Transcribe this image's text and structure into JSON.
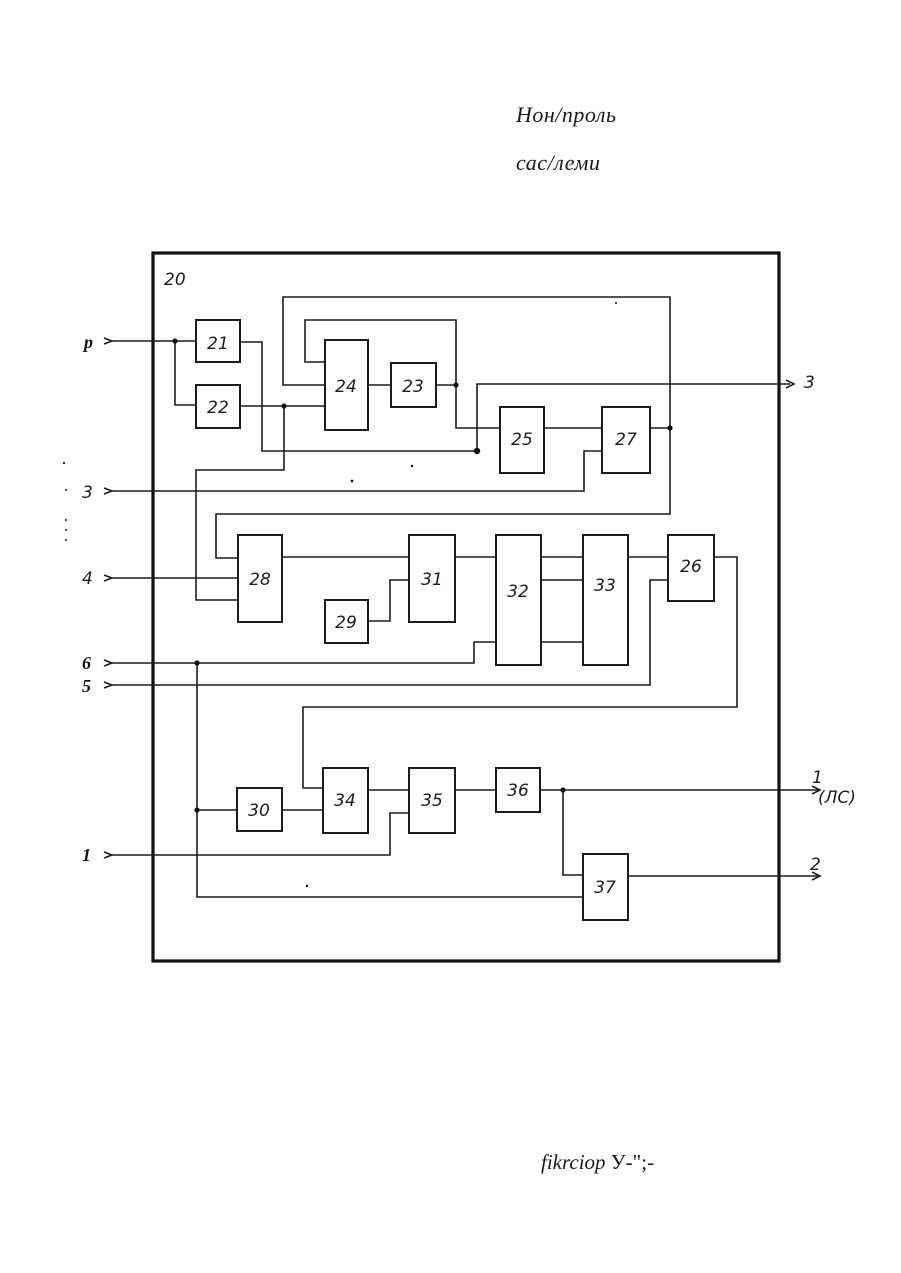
{
  "header": {
    "line1": "Нон/проль",
    "line2": "сас/леми"
  },
  "footer": {
    "italic_part": "fikrciop",
    "rest": " У-\";-"
  },
  "diagram": {
    "frame_label": "20",
    "blocks": [
      "21",
      "22",
      "23",
      "24",
      "25",
      "26",
      "27",
      "28",
      "29",
      "30",
      "31",
      "32",
      "33",
      "34",
      "35",
      "36",
      "37"
    ],
    "inputs": [
      "p",
      "3",
      "4",
      "6",
      "5",
      "1"
    ],
    "outputs": [
      "3",
      "1",
      "(ЛС)",
      "2"
    ]
  }
}
